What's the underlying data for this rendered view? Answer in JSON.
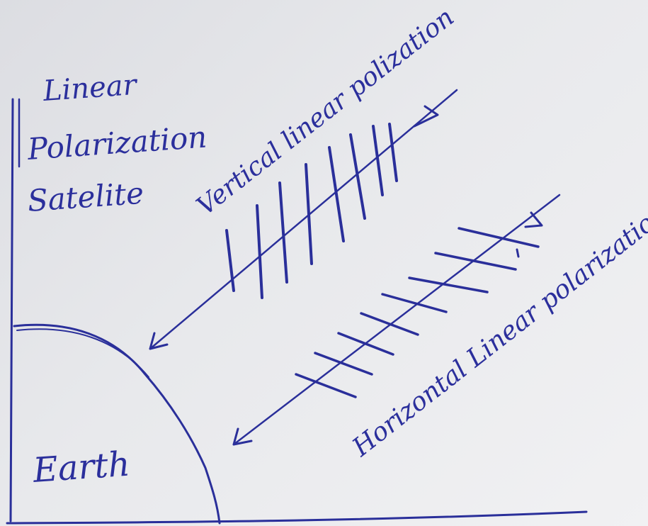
{
  "labels": {
    "satellite_line1": "Linear",
    "satellite_line2": "Polarization",
    "satellite_line3": "Satelite",
    "vertical_wave": "Vertical linear polization",
    "horizontal_wave": "Horizontal Linear polarization",
    "earth": "Earth"
  },
  "colors": {
    "ink": "#2a2f9a",
    "paper": "#e6e7ea"
  }
}
